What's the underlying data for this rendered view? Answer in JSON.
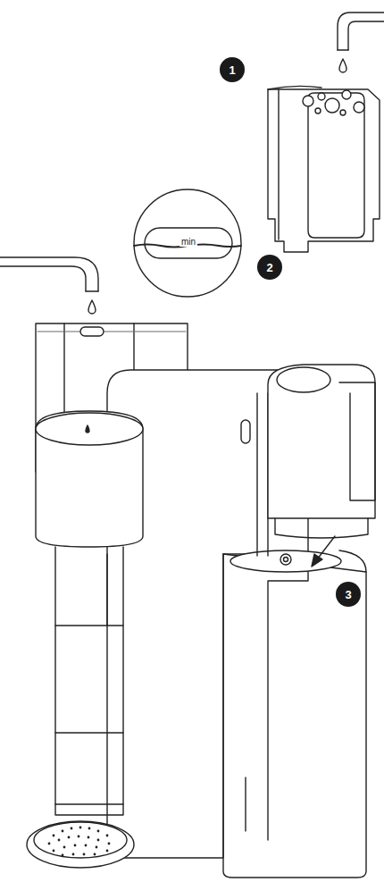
{
  "diagram": {
    "nodes": [
      {
        "text": [
          "1"
        ]
      },
      {
        "text": [
          "2"
        ]
      },
      {
        "text": [
          "3"
        ]
      }
    ],
    "labels": [
      "min"
    ]
  }
}
